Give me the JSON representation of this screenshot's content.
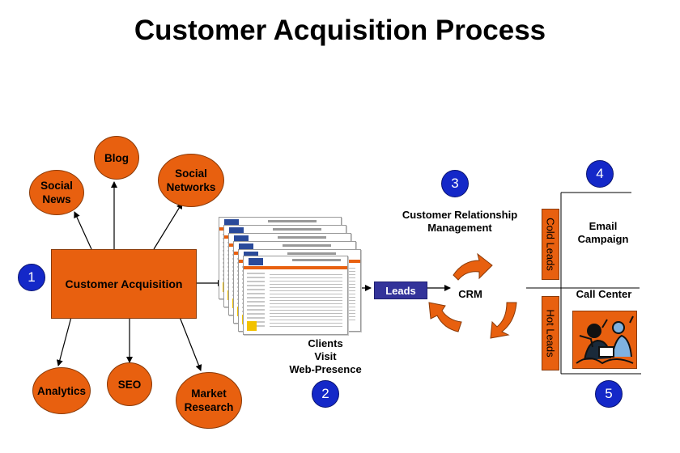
{
  "title": "Customer Acquisition Process",
  "center_box": {
    "label": "Customer Acquisition"
  },
  "top_ovals": [
    {
      "id": "social-news",
      "label": "Social\nNews"
    },
    {
      "id": "blog",
      "label": "Blog"
    },
    {
      "id": "social-networks",
      "label": "Social\nNetworks"
    }
  ],
  "bottom_ovals": [
    {
      "id": "analytics",
      "label": "Analytics"
    },
    {
      "id": "seo",
      "label": "SEO"
    },
    {
      "id": "market-research",
      "label": "Market\nResearch"
    }
  ],
  "step_numbers": [
    "1",
    "2",
    "3",
    "4",
    "5"
  ],
  "clients_label": "Clients\nVisit\nWeb-Presence",
  "leads_label": "Leads",
  "crm_label": "CRM",
  "crm_title": "Customer Relationship\nManagement",
  "cold_leads": "Cold Leads",
  "hot_leads": "Hot Leads",
  "email_campaign": "Email\nCampaign",
  "call_center": "Call Center",
  "colors": {
    "orange": "#e8600f",
    "blue": "#1428c8",
    "leads_bg": "#33339a"
  },
  "icons": [
    "arrow-icon",
    "cycle-arrow-icon",
    "webpage-thumbnail-icon",
    "call-center-illustration-icon"
  ]
}
